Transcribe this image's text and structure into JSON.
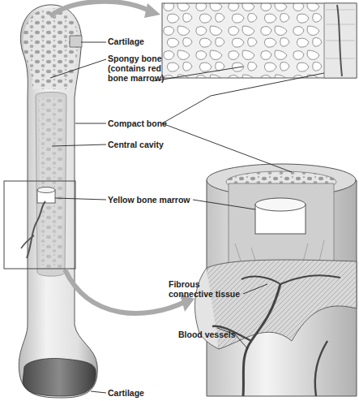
{
  "diagram": {
    "labels": [
      "Cartilage",
      "Spongy bone (contains red bone marrow)",
      "Compact bone",
      "Central cavity",
      "Yellow bone marrow",
      "Fibrous connective tissue",
      "Blood vessels",
      "Cartilage"
    ]
  }
}
